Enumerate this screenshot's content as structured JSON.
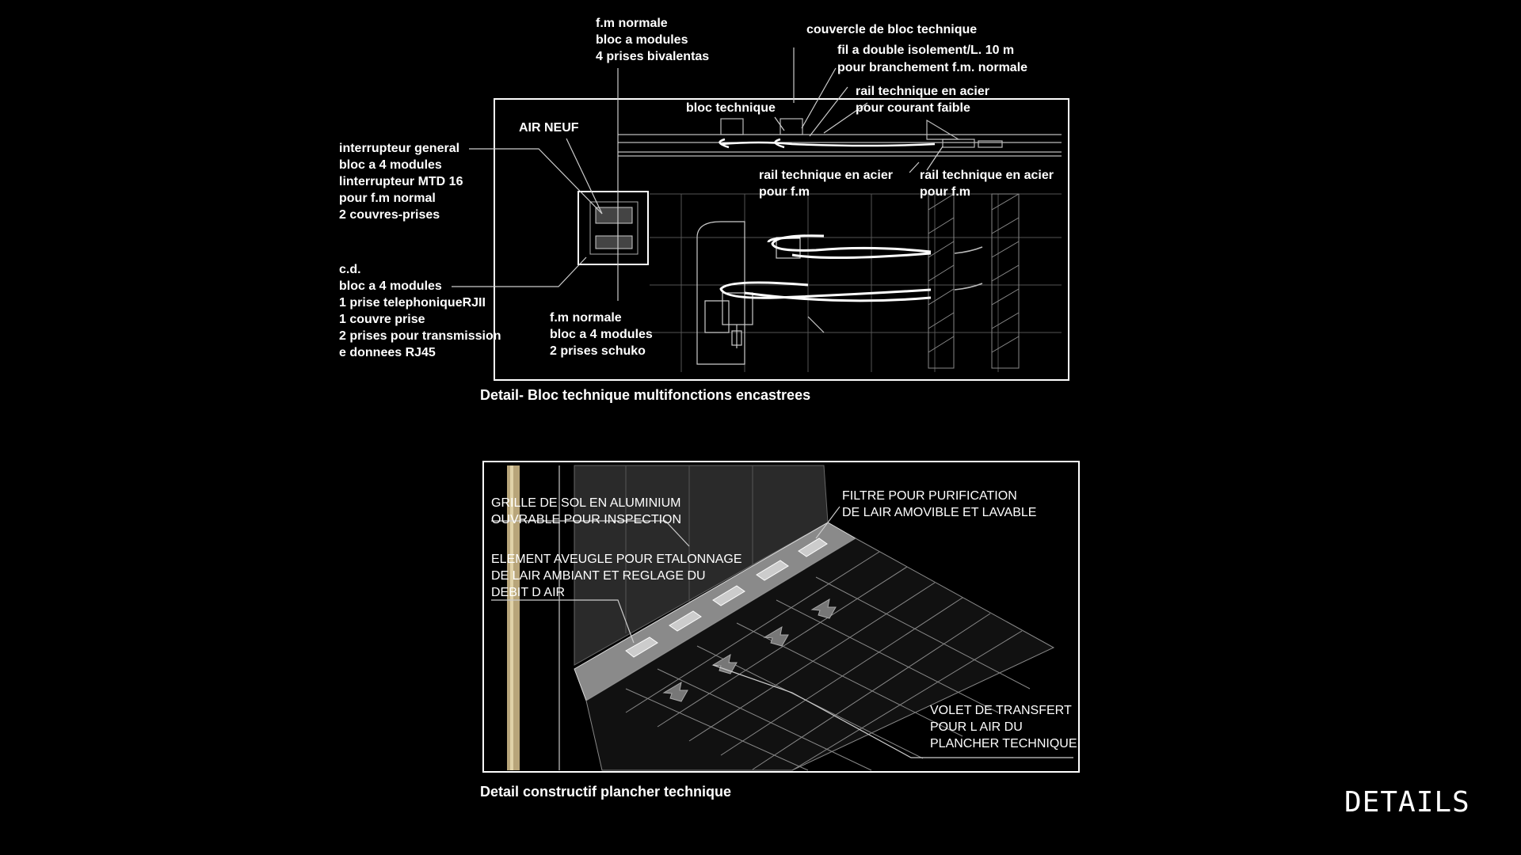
{
  "corner_label": "DETAILS",
  "panel1": {
    "caption": "Detail- Bloc technique multifonctions encastrees",
    "labels": {
      "fm_top": [
        "f.m normale",
        "bloc a modules",
        "4 prises bivalentas"
      ],
      "couvercle": [
        "couvercle de bloc technique"
      ],
      "fil": [
        "fil a double isolement/L. 10 m",
        "pour branchement f.m. normale"
      ],
      "rail_faible": [
        "rail technique en acier",
        "pour courant faible"
      ],
      "bloc_tech": [
        "bloc technique"
      ],
      "air_neuf": [
        "AIR NEUF"
      ],
      "interrupteur": [
        "interrupteur general",
        "bloc a 4 modules",
        "linterrupteur MTD 16",
        "pour f.m normal",
        "2 couvres-prises"
      ],
      "cd": [
        "c.d.",
        "bloc a 4 modules",
        "1 prise telephoniqueRJII",
        "1 couvre prise",
        "2 prises pour transmission",
        "e donnees RJ45"
      ],
      "fm_bottom": [
        "f.m normale",
        "bloc a 4 modules",
        "2 prises schuko"
      ],
      "rail_fm_1": [
        "rail technique en acier",
        "pour f.m"
      ],
      "rail_fm_2": [
        "rail technique en acier",
        "pour f.m"
      ]
    }
  },
  "panel2": {
    "caption": "Detail constructif plancher technique",
    "labels": {
      "grille": [
        "GRILLE DE SOL EN ALUMINIUM",
        "OUVRABLE POUR INSPECTION"
      ],
      "element": [
        "ELEMENT AVEUGLE POUR ETALONNAGE",
        "DE LAIR AMBIANT ET REGLAGE DU",
        "DEBIT D AIR"
      ],
      "filtre": [
        "FILTRE POUR PURIFICATION",
        "DE LAIR AMOVIBLE ET LAVABLE"
      ],
      "volet": [
        "VOLET DE TRANSFERT",
        "POUR L AIR DU",
        "PLANCHER TECHNIQUE"
      ]
    }
  }
}
